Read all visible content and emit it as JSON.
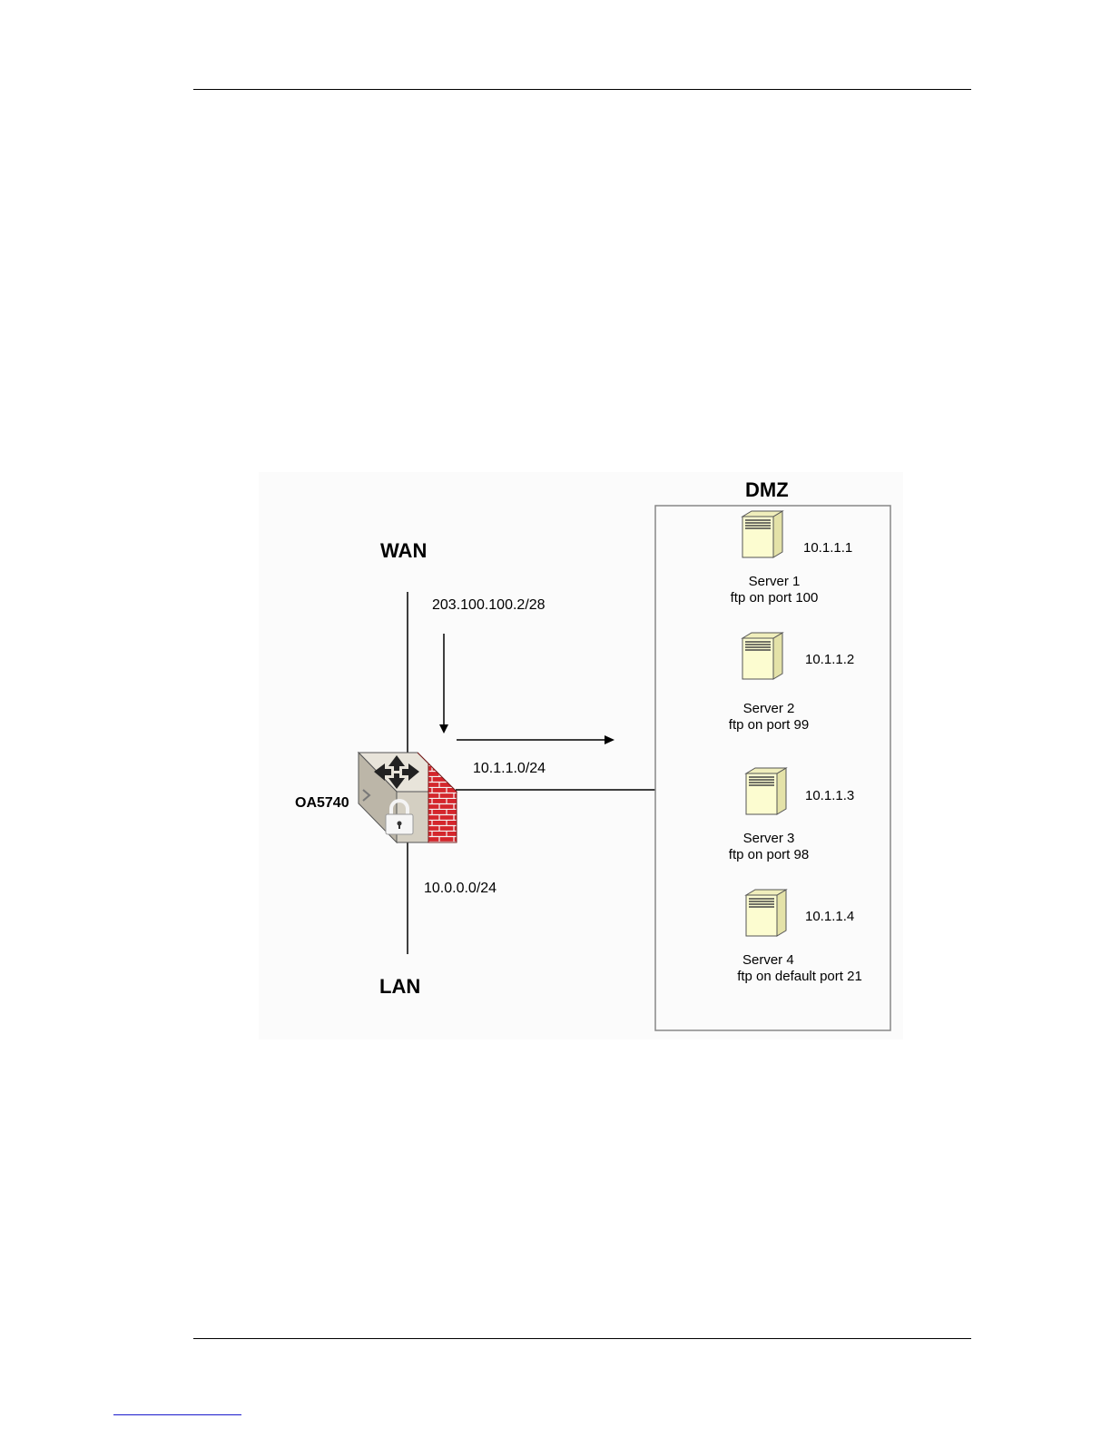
{
  "diagram": {
    "zones": {
      "wan": "WAN",
      "lan": "LAN",
      "dmz": "DMZ"
    },
    "device": {
      "name": "OA5740"
    },
    "networks": {
      "wan_ip": "203.100.100.2/28",
      "dmz_subnet": "10.1.1.0/24",
      "lan_subnet": "10.0.0.0/24"
    },
    "servers": [
      {
        "ip": "10.1.1.1",
        "name": "Server 1",
        "service": "ftp on port 100"
      },
      {
        "ip": "10.1.1.2",
        "name": "Server 2",
        "service": "ftp on port 99"
      },
      {
        "ip": "10.1.1.3",
        "name": "Server 3",
        "service": "ftp on port 98"
      },
      {
        "ip": "10.1.1.4",
        "name": "Server 4",
        "service": "ftp on default port 21"
      }
    ]
  },
  "colors": {
    "server_fill": "#fcfcd0",
    "firewall_brick": "#d4262c",
    "device_body": "#ccc6b8"
  }
}
